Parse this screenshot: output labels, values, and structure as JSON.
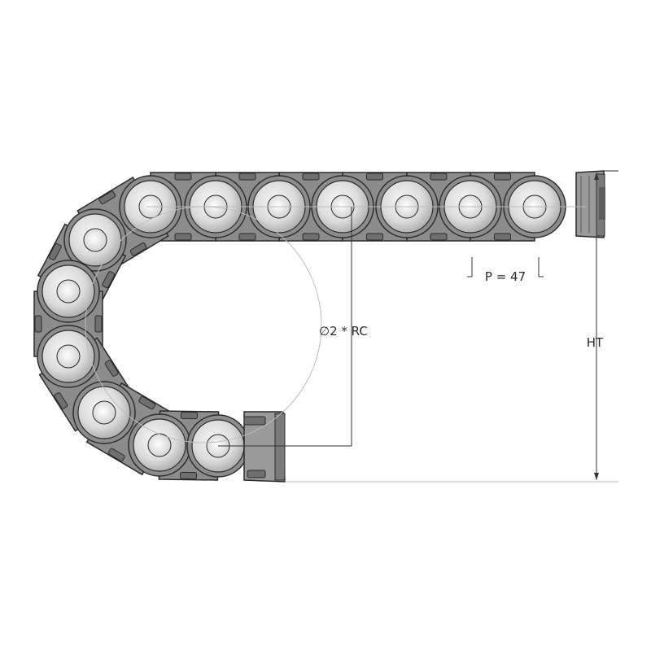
{
  "drawing": {
    "pitch_label": "P = 47",
    "radius_label": "∅2 * RC",
    "height_label": "HT",
    "colors": {
      "link_fill": "#8c8c8c",
      "link_stroke": "#2b2b2b",
      "roller_outer": "#c9c9c9",
      "roller_inner": "#efefef",
      "bracket_fill": "#9a9a9a",
      "dimension_line": "#333333",
      "construction_line": "#bdbdbd"
    }
  }
}
